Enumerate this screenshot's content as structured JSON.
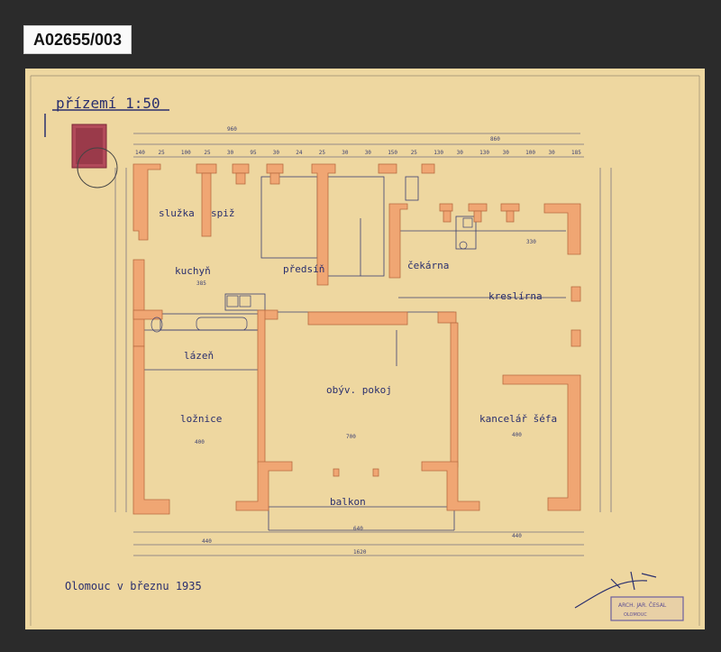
{
  "archive_label": "A02655/003",
  "drawing": {
    "title": "přízemí 1:50",
    "place_date": "Olomouc v březnu 1935",
    "stamp_text": [
      "ARCH. JAR. ČESAL",
      "OLOMOUC"
    ],
    "signature_text": "Čes"
  },
  "rooms": {
    "sluzka": "služka",
    "spiz": "spiž",
    "kuchyn": "kuchyň",
    "predsin": "předsíň",
    "cekarna": "čekárna",
    "kreslirna": "kreslírna",
    "lazen": "lázeň",
    "obyv_pokoj": "obýv. pokoj",
    "loznice": "ložnice",
    "kancelar_sefa": "kancelář šéfa",
    "balkon": "balkon"
  },
  "dimensions": {
    "top_total": "960",
    "top_right": "860",
    "bottom_left": "440",
    "bottom_mid": "640",
    "bottom_right": "440",
    "bottom_total": "1620",
    "loznice_w": "400",
    "pokoj_w": "700",
    "kancelar_w": "400",
    "kuchyn_w": "385",
    "kreslirna_w": "330",
    "top_dims": [
      "140",
      "25",
      "100",
      "25",
      "30",
      "95",
      "30",
      "24",
      "25",
      "30",
      "30",
      "150",
      "25",
      "130",
      "30",
      "130",
      "30",
      "100",
      "30",
      "185"
    ]
  },
  "colors": {
    "paper": "#eed7a0",
    "wall": "#f0a673",
    "wall_edge": "#b86b40",
    "ink": "#2a2f6e"
  }
}
